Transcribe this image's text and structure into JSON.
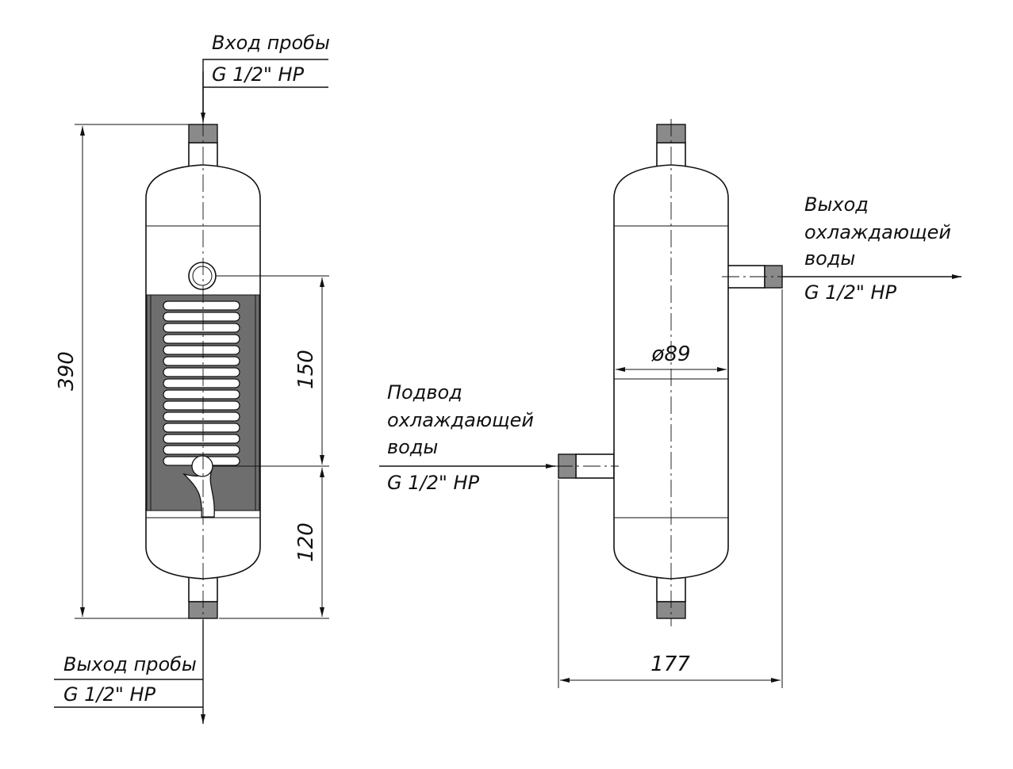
{
  "labels": {
    "sample_inlet": [
      "Вход пробы",
      "G 1/2\" НР"
    ],
    "sample_outlet": [
      "Выход пробы",
      "G 1/2\" НР"
    ],
    "cooling_inlet": [
      "Подвод",
      "охлаждающей",
      "воды",
      "G 1/2\" НР"
    ],
    "cooling_outlet": [
      "Выход",
      "охлаждающей",
      "воды",
      "G 1/2\" НР"
    ]
  },
  "dimensions": {
    "total_height": "390",
    "upper_span": "150",
    "lower_span": "120",
    "diameter": "ø89",
    "width": "177"
  },
  "colors": {
    "line": "#111111",
    "section_fill": "#6e6e6e",
    "thread_fill": "#8a8a8a"
  }
}
